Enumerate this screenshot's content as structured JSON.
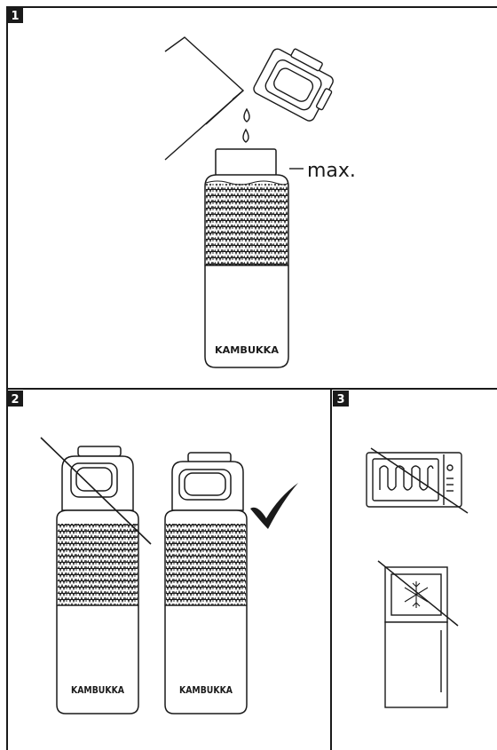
{
  "panels": [
    {
      "number": "1"
    },
    {
      "number": "2"
    },
    {
      "number": "3"
    }
  ],
  "fill_mark": "max.",
  "brand": "KAMBUKKA",
  "colors": {
    "ink": "#1a1a1a",
    "paper": "#ffffff"
  },
  "icons": [
    "check-icon",
    "microwave-icon",
    "freezer-icon",
    "water-drop-icon"
  ]
}
